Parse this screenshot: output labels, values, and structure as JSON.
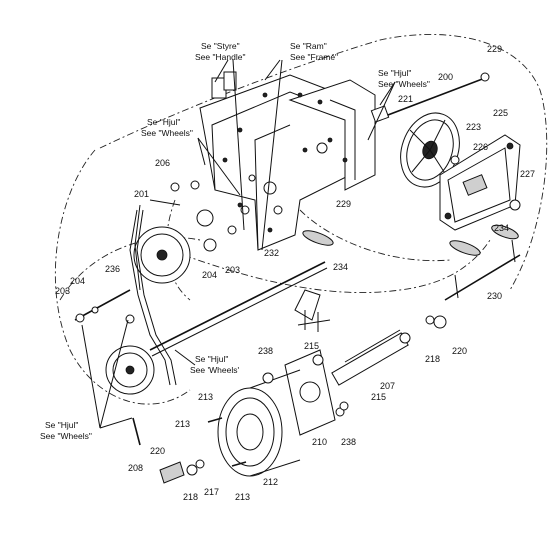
{
  "xrefs": {
    "styre_handle": {
      "line1": "Se \"Styre\"",
      "line2": "See \"Handle\""
    },
    "ram_frame": {
      "line1": "Se \"Ram\"",
      "line2": "See \"Frame\""
    },
    "hjul_wheels_top_right": {
      "line1": "Se \"Hjul\"",
      "line2": "See \"Wheels\""
    },
    "hjul_wheels_left": {
      "line1": "Se \"Hjul\"",
      "line2": "See \"Wheels\""
    },
    "hjul_wheels_center": {
      "line1": "Se \"Hjul\"",
      "line2": "See 'Wheels'"
    },
    "hjul_wheels_bottom_left": {
      "line1": "Se \"Hjul\"",
      "line2": "See \"Wheels\""
    }
  },
  "parts": {
    "p229_top": "229",
    "p200": "200",
    "p221": "221",
    "p225": "225",
    "p223": "223",
    "p226": "226",
    "p227": "227",
    "p206": "206",
    "p201": "201",
    "p229_mid": "229",
    "p234_right": "234",
    "p232": "232",
    "p203_center": "203",
    "p204_center": "204",
    "p234_center": "234",
    "p236": "236",
    "p204_left": "204",
    "p203_left": "203",
    "p230": "230",
    "p220_right": "220",
    "p218_right": "218",
    "p215_center": "215",
    "p238_center": "238",
    "p207": "207",
    "p215_right": "215",
    "p238_right": "238",
    "p213_upper": "213",
    "p210": "210",
    "p220_bottom": "220",
    "p208": "208",
    "p213_lower": "213",
    "p212": "212",
    "p217": "217",
    "p218_bottom": "218"
  }
}
